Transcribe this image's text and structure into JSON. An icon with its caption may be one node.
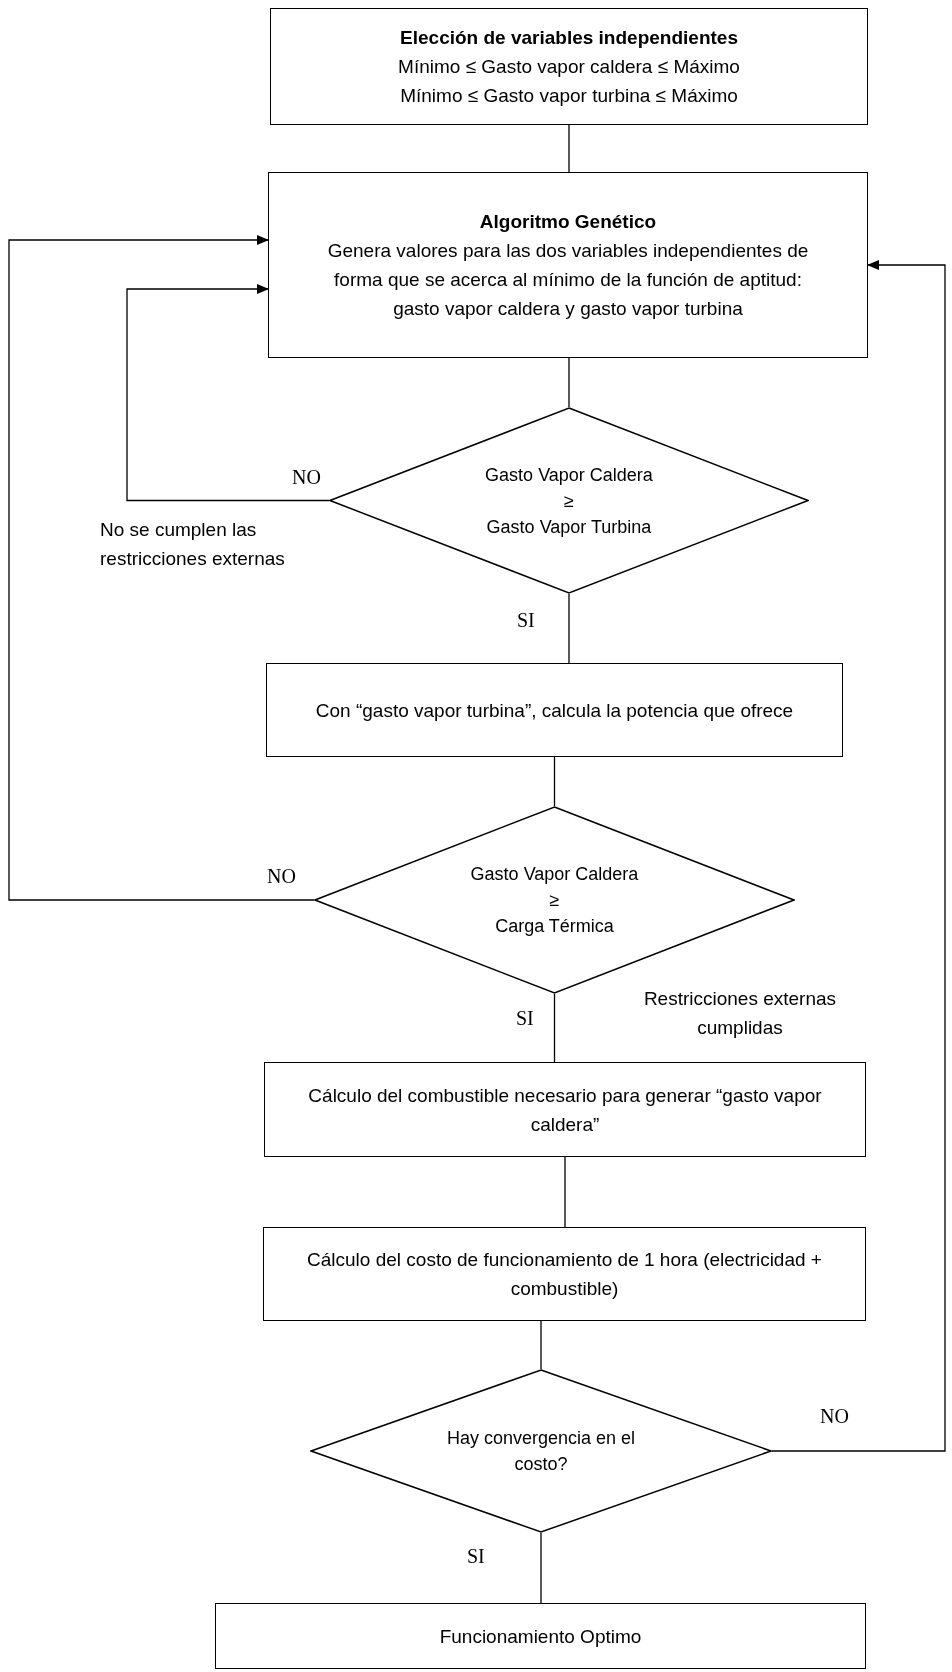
{
  "diagram": {
    "nodes": [
      {
        "text": [
          "Elección de variables independientes",
          "Mínimo ≤ Gasto vapor caldera ≤ Máximo",
          "Mínimo ≤ Gasto vapor turbina ≤ Máximo"
        ]
      },
      {
        "text": [
          "Algoritmo Genético",
          "Genera valores para las dos variables independientes de forma que se acerca al mínimo de la función de aptitud: gasto vapor caldera y gasto vapor turbina"
        ]
      },
      {
        "text": [
          "Gasto Vapor Caldera",
          "≥",
          "Gasto Vapor Turbina"
        ]
      },
      {
        "text": [
          "Con “gasto vapor turbina”, calcula la potencia que ofrece"
        ]
      },
      {
        "text": [
          "Gasto Vapor Caldera",
          "≥",
          "Carga Térmica"
        ]
      },
      {
        "text": [
          "Cálculo del combustible necesario para generar “gasto vapor caldera”"
        ]
      },
      {
        "text": [
          "Cálculo del costo de funcionamiento de 1 hora (electricidad + combustible)"
        ]
      },
      {
        "text": [
          "Hay convergencia en el costo?"
        ]
      },
      {
        "text": [
          "Funcionamiento Optimo"
        ]
      }
    ],
    "edges": [
      {
        "from": 0,
        "to": 1,
        "arrow": "none"
      },
      {
        "from": 1,
        "to": 2,
        "arrow": "none"
      },
      {
        "from": 2,
        "to": 3,
        "arrow": "none",
        "label": "SI"
      },
      {
        "from": 3,
        "to": 4,
        "arrow": "none"
      },
      {
        "from": 4,
        "to": 5,
        "arrow": "none",
        "label": "SI"
      },
      {
        "from": 5,
        "to": 6,
        "arrow": "none"
      },
      {
        "from": 6,
        "to": 7,
        "arrow": "none"
      },
      {
        "from": 7,
        "to": 8,
        "arrow": "none",
        "label": "SI"
      },
      {
        "from": 2,
        "to": 1,
        "arrow": "to",
        "label": "NO"
      },
      {
        "from": 4,
        "to": 1,
        "arrow": "to",
        "label": "NO"
      },
      {
        "from": 7,
        "to": 1,
        "arrow": "to",
        "label": "NO"
      }
    ],
    "labels": [
      "No se cumplen las restricciones externas",
      "Restricciones externas cumplidas"
    ]
  }
}
